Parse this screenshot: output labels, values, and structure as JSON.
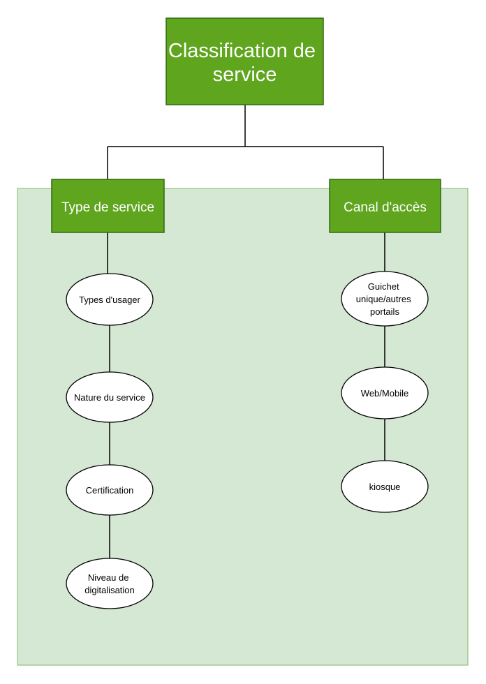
{
  "colors": {
    "box_fill": "#5FA51E",
    "box_stroke": "#2E6B0E",
    "region_fill": "#D5E8D4",
    "region_stroke": "#82B366",
    "line": "#000000",
    "oval_fill": "#FFFFFF"
  },
  "root": {
    "lines": [
      "Classification de",
      "service"
    ]
  },
  "branches": [
    {
      "key": "type",
      "label": "Type de service",
      "items": [
        {
          "lines": [
            "Types d'usager"
          ]
        },
        {
          "lines": [
            "Nature du service"
          ]
        },
        {
          "lines": [
            "Certification"
          ]
        },
        {
          "lines": [
            "Niveau de",
            "digitalisation"
          ]
        }
      ]
    },
    {
      "key": "canal",
      "label": "Canal d'accès",
      "items": [
        {
          "lines": [
            "Guichet",
            "unique/autres",
            "portails"
          ]
        },
        {
          "lines": [
            "Web/Mobile"
          ]
        },
        {
          "lines": [
            "kiosque"
          ]
        }
      ]
    }
  ]
}
